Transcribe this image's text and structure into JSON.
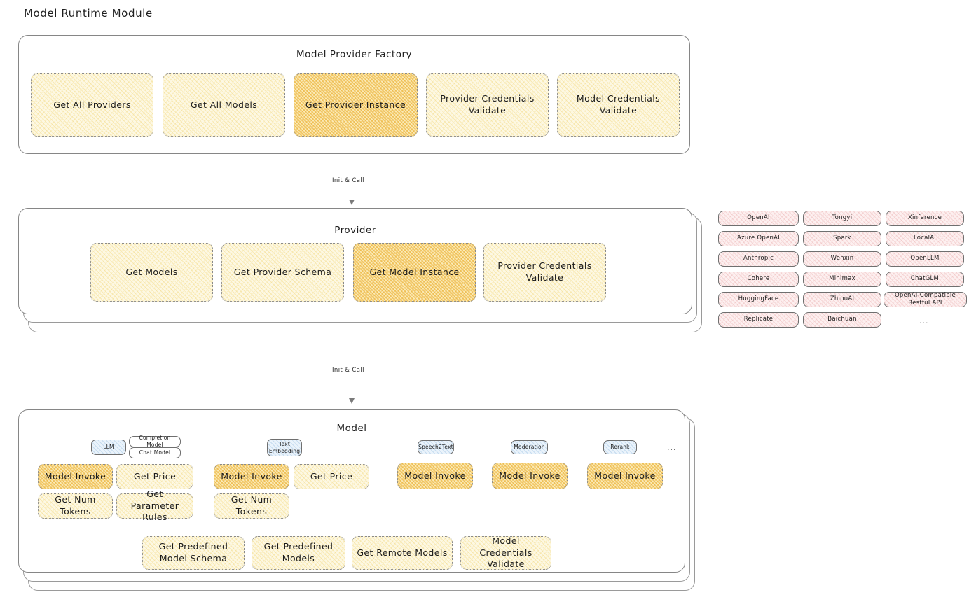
{
  "title": "Model Runtime Module",
  "sections": {
    "factory": {
      "title": "Model Provider Factory",
      "nodes": [
        {
          "label": "Get All Providers",
          "highlight": false
        },
        {
          "label": "Get All Models",
          "highlight": false
        },
        {
          "label": "Get Provider Instance",
          "highlight": true
        },
        {
          "label": "Provider Credentials Validate",
          "highlight": false
        },
        {
          "label": "Model Credentials Validate",
          "highlight": false
        }
      ]
    },
    "provider": {
      "title": "Provider",
      "nodes": [
        {
          "label": "Get Models",
          "highlight": false
        },
        {
          "label": "Get Provider Schema",
          "highlight": false
        },
        {
          "label": "Get Model Instance",
          "highlight": true
        },
        {
          "label": "Provider Credentials Validate",
          "highlight": false
        }
      ]
    },
    "model": {
      "title": "Model",
      "type_badges": [
        {
          "label": "LLM",
          "style": "blue"
        },
        {
          "label": "Completion Model",
          "style": "plain"
        },
        {
          "label": "Chat Model",
          "style": "plain"
        },
        {
          "label": "Text Embedding",
          "style": "blue"
        },
        {
          "label": "Speech2Text",
          "style": "blue"
        },
        {
          "label": "Moderation",
          "style": "blue"
        },
        {
          "label": "Rerank",
          "style": "blue"
        }
      ],
      "type_ellipsis": "...",
      "llm_ops": [
        {
          "label": "Model Invoke",
          "highlight": true
        },
        {
          "label": "Get Price",
          "highlight": false
        },
        {
          "label": "Get Num Tokens",
          "highlight": false
        },
        {
          "label": "Get Parameter Rules",
          "highlight": false
        }
      ],
      "embedding_ops": [
        {
          "label": "Model Invoke",
          "highlight": true
        },
        {
          "label": "Get Price",
          "highlight": false
        },
        {
          "label": "Get Num Tokens",
          "highlight": false
        }
      ],
      "speech2text_ops": [
        {
          "label": "Model Invoke",
          "highlight": true
        }
      ],
      "moderation_ops": [
        {
          "label": "Model Invoke",
          "highlight": true
        }
      ],
      "rerank_ops": [
        {
          "label": "Model Invoke",
          "highlight": true
        }
      ],
      "shared_ops": [
        {
          "label": "Get Predefined Model Schema",
          "highlight": false
        },
        {
          "label": "Get Predefined Models",
          "highlight": false
        },
        {
          "label": "Get Remote Models",
          "highlight": false
        },
        {
          "label": "Model Credentials Validate",
          "highlight": false
        }
      ]
    }
  },
  "arrows": [
    {
      "label": "Init & Call"
    },
    {
      "label": "Init & Call"
    }
  ],
  "provider_list": {
    "columns": [
      {
        "items": [
          "OpenAI",
          "Azure OpenAI",
          "Anthropic",
          "Cohere",
          "HuggingFace",
          "Replicate"
        ]
      },
      {
        "items": [
          "Tongyi",
          "Spark",
          "Wenxin",
          "Minimax",
          "ZhipuAI",
          "Baichuan"
        ]
      },
      {
        "items": [
          "Xinference",
          "LocalAI",
          "OpenLLM",
          "ChatGLM",
          "OpenAI-Compatible Restful API"
        ]
      }
    ],
    "ellipsis": "..."
  },
  "colors": {
    "highlight_fill": "#fbeab6",
    "light_fill": "#fdf8e3",
    "pink_fill": "#fdf0f0",
    "blue_fill": "#eaf3fb",
    "stroke": "#868686",
    "text": "#1b1b1b"
  }
}
